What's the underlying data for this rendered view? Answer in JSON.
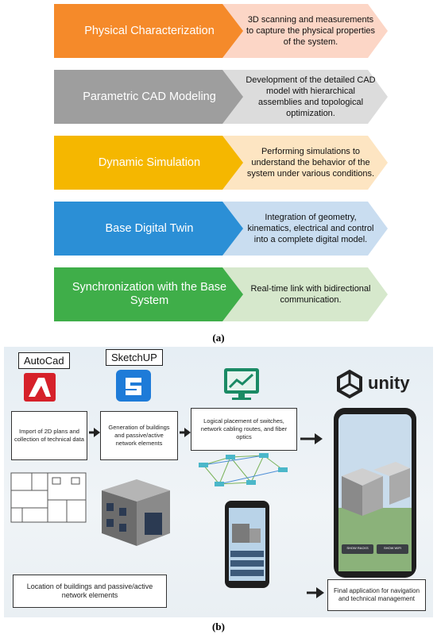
{
  "panel_a": {
    "caption": "(a)",
    "stages": [
      {
        "title": "Physical Characterization",
        "description": "3D scanning and measurements to capture the physical properties of the system.",
        "color": "#f58a2a",
        "light": "#fcd6c6"
      },
      {
        "title": "Parametric CAD Modeling",
        "description": "Development of the detailed CAD model with hierarchical assemblies and topological optimization.",
        "color": "#9e9e9e",
        "light": "#dcdcdc"
      },
      {
        "title": "Dynamic Simulation",
        "description": "Performing simulations to understand the behavior of the system under various conditions.",
        "color": "#f5b700",
        "light": "#fde5c2"
      },
      {
        "title": "Base Digital Twin",
        "description": "Integration of geometry, kinematics, electrical and control into a complete digital model.",
        "color": "#2b8fd6",
        "light": "#c9ddf0"
      },
      {
        "title": "Synchronization with the Base System",
        "description": "Real-time link with bidirectional communication.",
        "color": "#3fae49",
        "light": "#d6e8cc"
      }
    ]
  },
  "panel_b": {
    "caption": "(b)",
    "autocad_label": "AutoCad",
    "sketchup_label": "SketchUP",
    "unity_label": "unity",
    "step1": "Import of 2D plans and collection of technical data",
    "step2": "Generation of buildings and passive/active network elements",
    "step3": "Logical placement of switches, network cabling routes, and fiber optics",
    "step4": "Location of buildings and passive/active network elements",
    "step5": "Final application for navigation and technical management",
    "phone_button_1": "SHOW RACKS",
    "phone_button_2": "SHOW WIFI"
  }
}
